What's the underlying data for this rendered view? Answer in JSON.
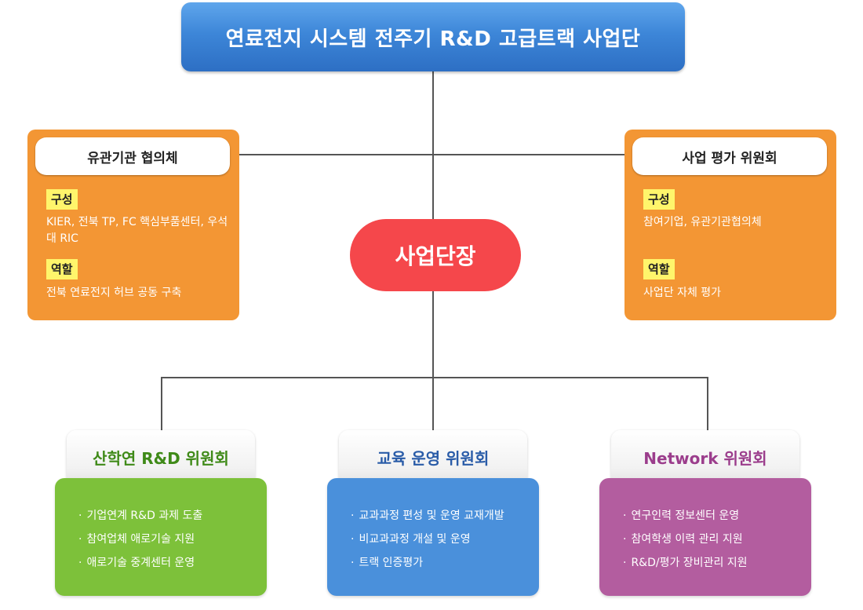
{
  "title": "연료전지 시스템 전주기 R&D 고급트랙 사업단",
  "center": "사업단장",
  "colors": {
    "title_blue": "#3d86d8",
    "center_red": "#f5474b",
    "side_orange": "#f39634",
    "tag_yellow": "#fff56b",
    "green": "#7dc13a",
    "blue": "#4a90db",
    "purple": "#b35d9f"
  },
  "left_panel": {
    "header": "유관기관 협의체",
    "composition_label": "구성",
    "composition_text": "KIER, 전북 TP, FC 핵심부품센터, 우석대 RIC",
    "role_label": "역할",
    "role_text": "전북 연료전지 허브 공동 구축"
  },
  "right_panel": {
    "header": "사업 평가 위원회",
    "composition_label": "구성",
    "composition_text": "참여기업, 유관기관협의체",
    "role_label": "역할",
    "role_text": "사업단 자체 평가"
  },
  "committees": [
    {
      "title": "산학연 R&D 위원회",
      "title_color": "#3f8a18",
      "items": [
        "기업연계 R&D 과제 도출",
        "참여업체 애로기술 지원",
        "애로기술 중계센터 운영"
      ]
    },
    {
      "title": "교육 운영 위원회",
      "title_color": "#2a5ca8",
      "items": [
        "교과과정 편성 및 운영 교재개발",
        "비교과과정 개설 및 운영",
        "트랙 인증평가"
      ]
    },
    {
      "title": "Network 위원회",
      "title_color": "#9b3d8c",
      "items": [
        "연구인력 정보센터 운영",
        "참여학생 이력 관리 지원",
        "R&D/평가 장비관리 지원"
      ]
    }
  ],
  "bullet": "·"
}
